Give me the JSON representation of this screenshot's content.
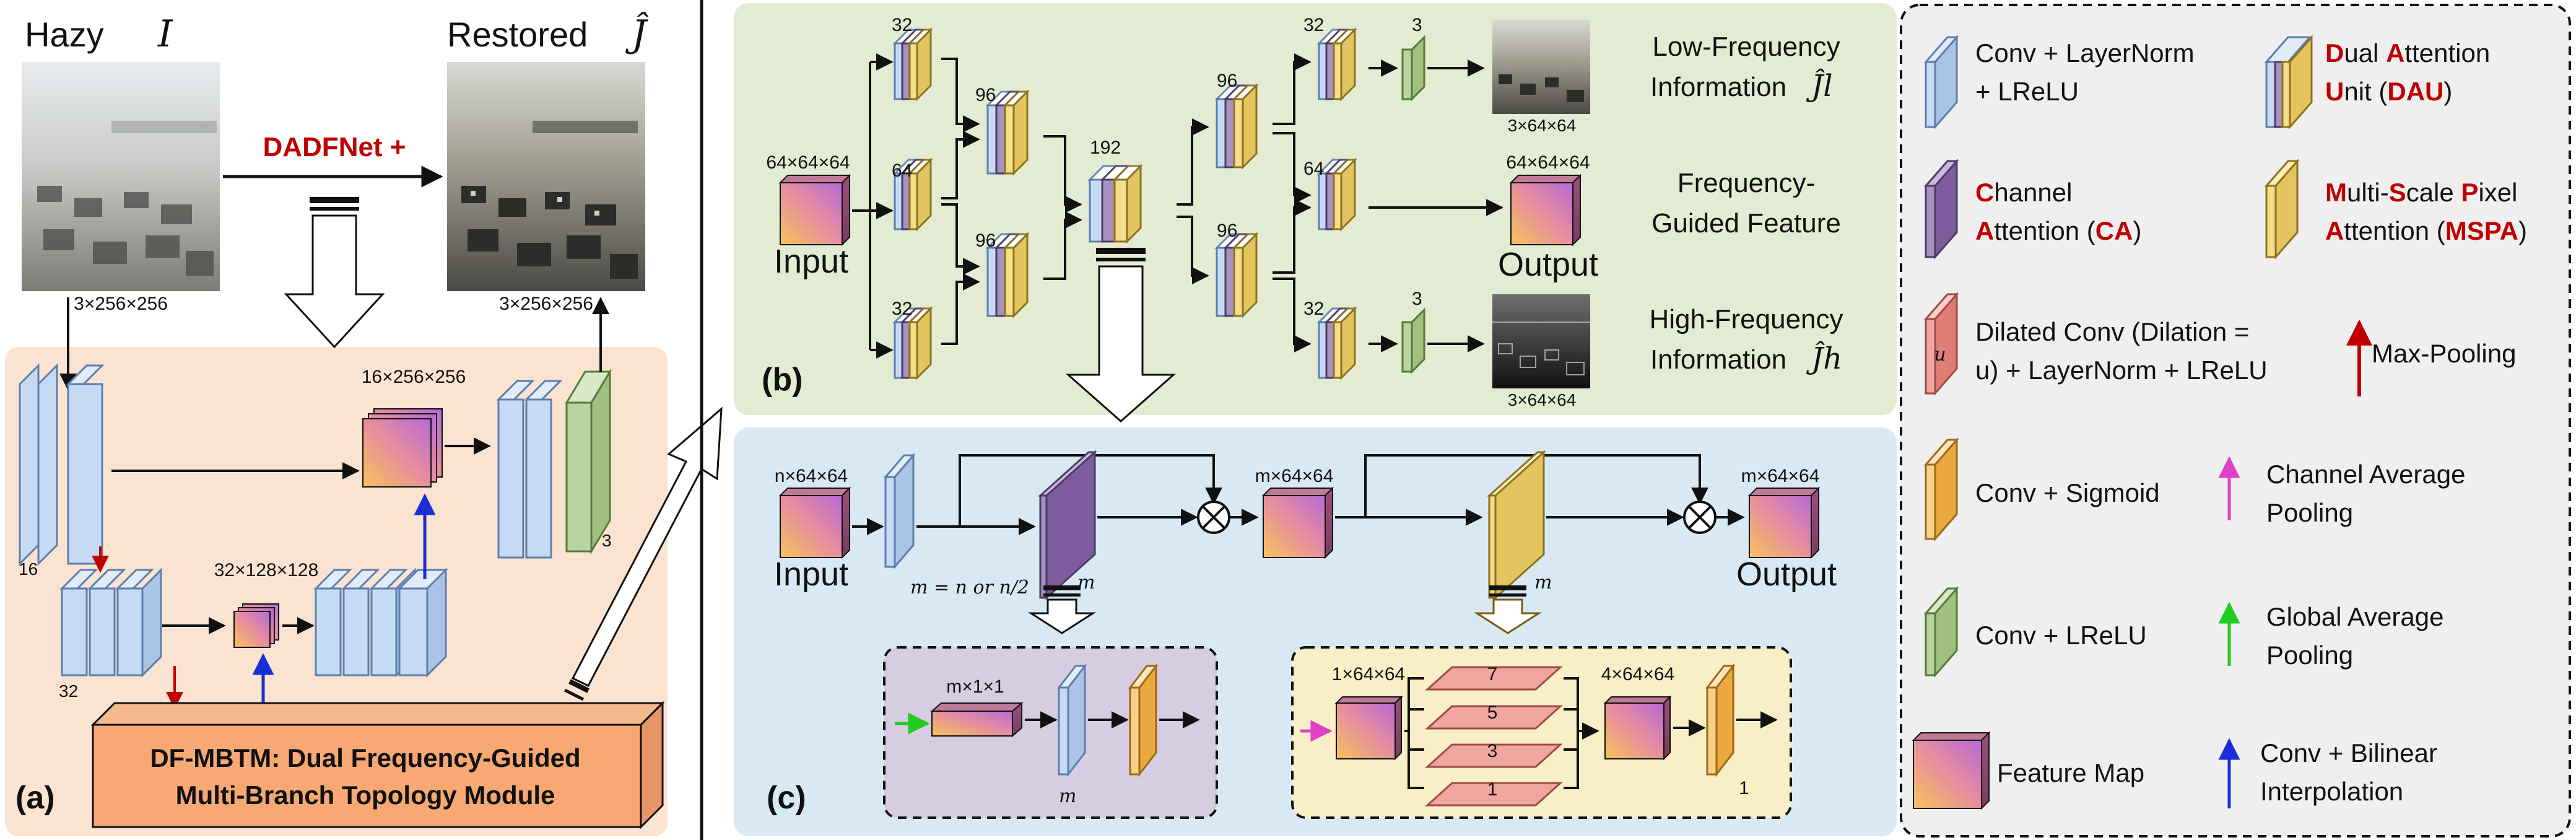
{
  "panel_a": {
    "hazy_label": "Hazy",
    "hazy_symbol": "I",
    "restored_label": "Restored",
    "restored_symbol": "Ĵ",
    "method_label": "DADFNet +",
    "hazy_size": "3×256×256",
    "restored_size": "3×256×256",
    "feat_top": "16×256×256",
    "feat_mid": "32×128×128",
    "label_16": "16",
    "label_32": "32",
    "label_3": "3",
    "module_line1": "DF-MBTM: Dual Frequency-Guided",
    "module_line2": "Multi-Branch Topology Module",
    "panel_tag": "(a)"
  },
  "panel_b": {
    "input_size": "64×64×64",
    "input_label": "Input",
    "ch_32a": "32",
    "ch_64a": "64",
    "ch_32b": "32",
    "ch_96a": "96",
    "ch_96b": "96",
    "ch_192": "192",
    "ch_96c": "96",
    "ch_96d": "96",
    "ch_32c": "32",
    "ch_64b": "64",
    "ch_32d": "32",
    "ch_3a": "3",
    "ch_3b": "3",
    "low_size": "3×64×64",
    "high_size": "3×64×64",
    "output_size": "64×64×64",
    "output_label": "Output",
    "low_text1": "Low-Frequency",
    "low_text2": "Information",
    "low_symbol": "Ĵl",
    "guided_text1": "Frequency-",
    "guided_text2": "Guided Feature",
    "high_text1": "High-Frequency",
    "high_text2": "Information",
    "high_symbol": "Ĵh",
    "panel_tag": "(b)"
  },
  "panel_c": {
    "input_size": "n×64×64",
    "input_label": "Input",
    "m_eq": "m = n or n/2",
    "m_label": "m",
    "mid_size": "m×64×64",
    "m_label2": "m",
    "output_size": "m×64×64",
    "output_label": "Output",
    "ca_size": "m×1×1",
    "ca_m": "m",
    "mspa_in": "1×64×64",
    "mspa_out": "4×64×64",
    "d7": "7",
    "d5": "5",
    "d3": "3",
    "d1": "1",
    "mspa_1": "1",
    "panel_tag": "(c)"
  },
  "legend": {
    "conv_ln": [
      "Conv + LayerNorm",
      "+ LReLU"
    ],
    "dau": [
      [
        "D",
        "ual "
      ],
      [
        "A",
        "ttention"
      ],
      [
        "U",
        "nit ("
      ],
      [
        "DAU",
        ")"
      ]
    ],
    "ca": [
      [
        "C",
        "hannel"
      ],
      [
        "A",
        "ttention ("
      ],
      [
        "CA",
        ")"
      ]
    ],
    "mspa": [
      [
        "M",
        "ulti-"
      ],
      [
        "S",
        "cale "
      ],
      [
        "P",
        "ixel"
      ],
      [
        "A",
        "ttention ("
      ],
      [
        "MSPA",
        ")"
      ]
    ],
    "dilated": [
      "Dilated Conv (Dilation =",
      "u) + LayerNorm + LReLU"
    ],
    "dilated_u": "u",
    "maxpool": "Max-Pooling",
    "conv_sig": "Conv + Sigmoid",
    "chavg": [
      "Channel Average",
      "Pooling"
    ],
    "conv_lrelu": "Conv + LReLU",
    "gap": [
      "Global Average",
      "Pooling"
    ],
    "featmap": "Feature Map",
    "bilinear": [
      "Conv + Bilinear",
      "Interpolation"
    ]
  },
  "colors": {
    "conv_blue": "#c6dbf3",
    "ca_purple": "#a991c0",
    "mspa_yellow": "#f7dc8a",
    "dilated_red": "#f0a6a0",
    "sigmoid_orange": "#f9d08a",
    "lrelu_green": "#b9d3a3",
    "panel_a_bg": "#fbe3d2",
    "panel_b_bg": "#e3ecd3",
    "panel_c_bg": "#d9e9f4",
    "legend_bg": "#efefef",
    "accent_red": "#c00000"
  }
}
